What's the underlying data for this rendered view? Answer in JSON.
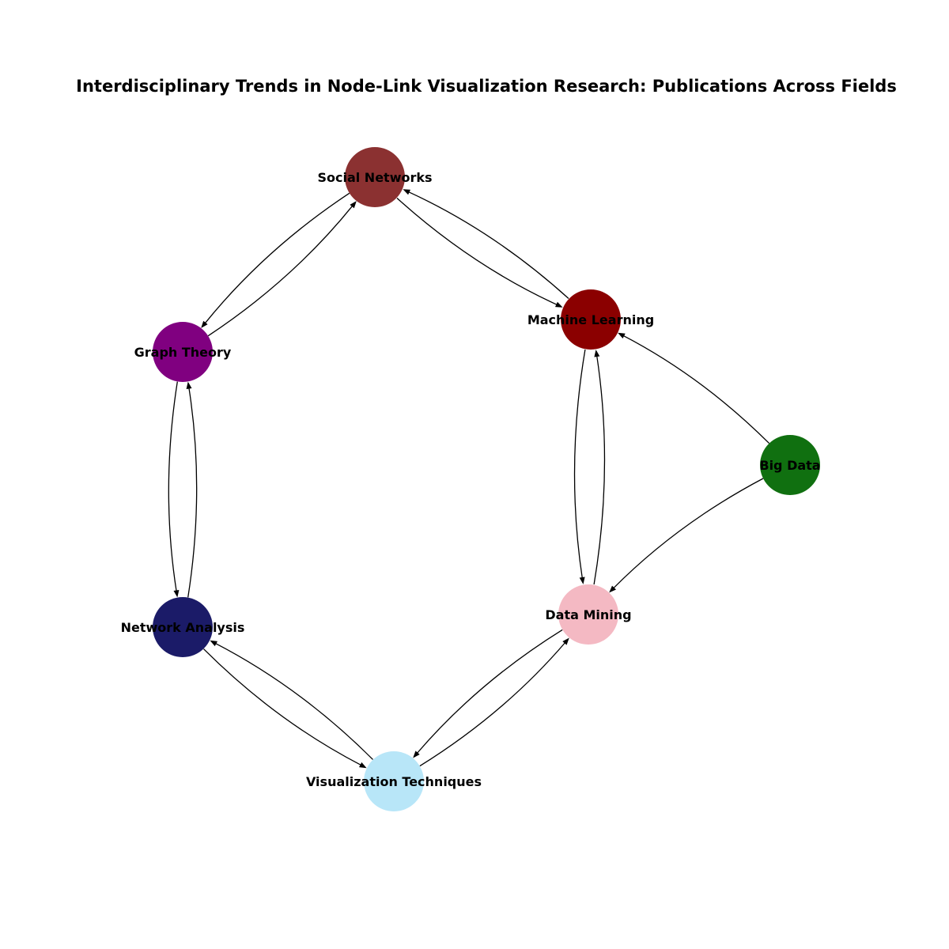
{
  "title": "Interdisciplinary Trends in Node-Link Visualization Research: Publications Across Fields",
  "nodes": [
    {
      "id": "social_networks",
      "label": "Social Networks",
      "color": "#8b3131"
    },
    {
      "id": "machine_learning",
      "label": "Machine Learning",
      "color": "#8b0000"
    },
    {
      "id": "graph_theory",
      "label": "Graph Theory",
      "color": "#800080"
    },
    {
      "id": "big_data",
      "label": "Big Data",
      "color": "#107010"
    },
    {
      "id": "data_mining",
      "label": "Data Mining",
      "color": "#f4b9c3"
    },
    {
      "id": "network_analysis",
      "label": "Network Analysis",
      "color": "#1b1b68"
    },
    {
      "id": "visualization_techniques",
      "label": "Visualization Techniques",
      "color": "#b8e6f8"
    }
  ],
  "edges": [
    {
      "source": "social_networks",
      "target": "graph_theory"
    },
    {
      "source": "graph_theory",
      "target": "social_networks"
    },
    {
      "source": "social_networks",
      "target": "machine_learning"
    },
    {
      "source": "machine_learning",
      "target": "social_networks"
    },
    {
      "source": "graph_theory",
      "target": "network_analysis"
    },
    {
      "source": "network_analysis",
      "target": "graph_theory"
    },
    {
      "source": "machine_learning",
      "target": "data_mining"
    },
    {
      "source": "data_mining",
      "target": "machine_learning"
    },
    {
      "source": "big_data",
      "target": "machine_learning"
    },
    {
      "source": "big_data",
      "target": "data_mining"
    },
    {
      "source": "network_analysis",
      "target": "visualization_techniques"
    },
    {
      "source": "visualization_techniques",
      "target": "network_analysis"
    },
    {
      "source": "data_mining",
      "target": "visualization_techniques"
    },
    {
      "source": "visualization_techniques",
      "target": "data_mining"
    }
  ]
}
